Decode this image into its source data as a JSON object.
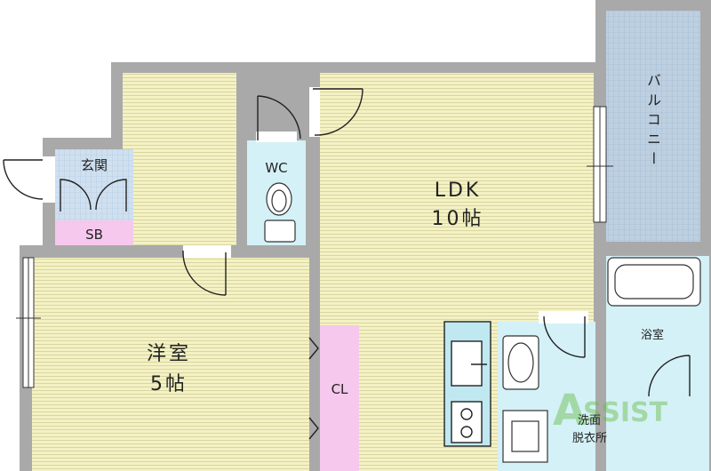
{
  "rooms": {
    "ldk_name": "LDK",
    "ldk_size": "10帖",
    "western_name": "洋室",
    "western_size": "5帖",
    "entrance": "玄関",
    "sb": "SB",
    "wc": "WC",
    "cl": "CL",
    "balcony": "バルコニー",
    "bath": "浴室",
    "washroom_line1": "洗面",
    "washroom_line2": "脱衣所"
  },
  "watermark": "ASSIST",
  "colors": {
    "wall": "#a9a9a9",
    "floor": "#f4f2c4",
    "floor_lines": "#d9d6a2",
    "water": "#d4f1f7",
    "storage": "#f7c8ee",
    "balcony": "#bcd0e2",
    "watermark": "#66bb44"
  }
}
